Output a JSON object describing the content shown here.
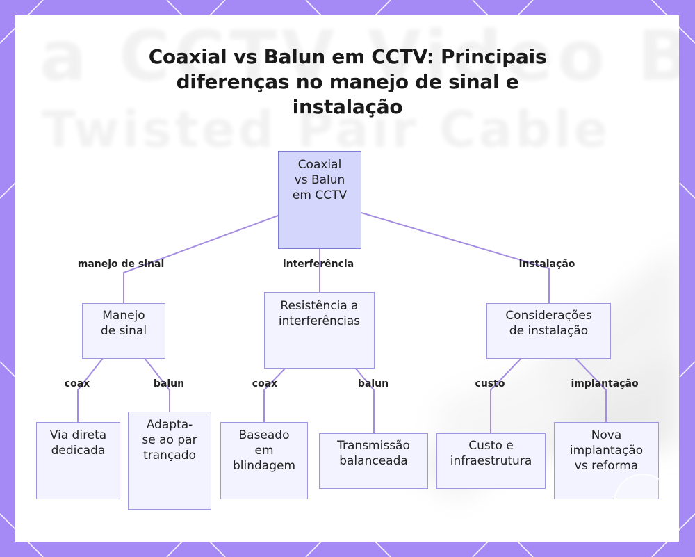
{
  "title": "Coaxial vs Balun em CCTV: Principais diferenças no manejo de sinal e instalação",
  "background_text": [
    "a CCTV Video Bal",
    "Twisted Pair Cable"
  ],
  "colors": {
    "frame": "#a58af5",
    "card": "#ffffff",
    "edge": "#a48de0",
    "node_fill": "#f3f3ff",
    "node_border": "#9c97e0",
    "root_fill": "#d4d6fb",
    "root_border": "#7c7cd8"
  },
  "nodes": {
    "root": "Coaxial vs Balun em CCTV",
    "signal": "Manejo de sinal",
    "interference": "Resistência a interferências",
    "installation": "Considerações de instalação",
    "signal_coax": "Via direta dedicada",
    "signal_balun": "Adapta-se ao par trançado",
    "interference_coax": "Baseado em blindagem",
    "interference_balun": "Transmissão balanceada",
    "install_cost": "Custo e infraestrutura",
    "install_deploy": "Nova implantação vs reforma"
  },
  "edges": {
    "signal": "manejo de sinal",
    "interference": "interferência",
    "installation": "instalação",
    "signal_coax": "coax",
    "signal_balun": "balun",
    "interference_coax": "coax",
    "interference_balun": "balun",
    "install_cost": "custo",
    "install_deploy": "implantação"
  }
}
